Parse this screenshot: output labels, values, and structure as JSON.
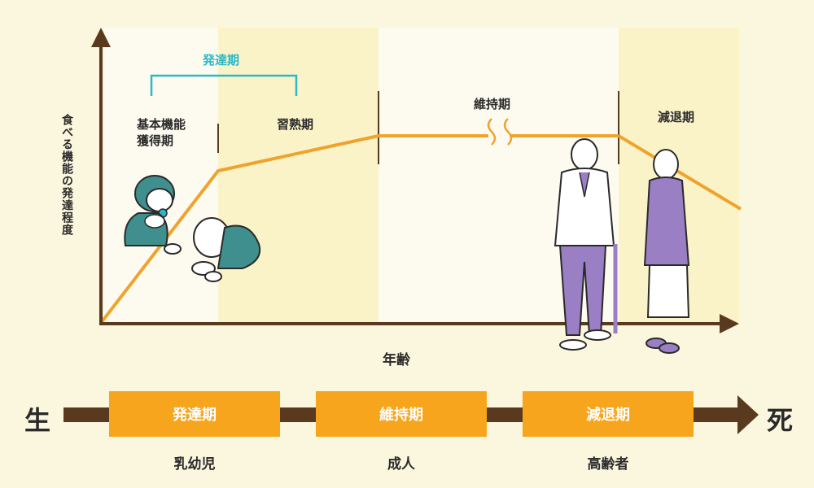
{
  "y_axis_label": "食べる機能の発達程度",
  "x_axis_label": "年齢",
  "development_bracket_label": "発達期",
  "phases": {
    "basic": [
      "基本機能",
      "獲得期"
    ],
    "mastery": "習熟期",
    "maintenance": "維持期",
    "decline": "減退期"
  },
  "timeline": {
    "start": "生",
    "end": "死",
    "stages": [
      {
        "label": "発達期",
        "group": "乳幼児"
      },
      {
        "label": "維持期",
        "group": "成人"
      },
      {
        "label": "減退期",
        "group": "高齢者"
      }
    ]
  },
  "colors": {
    "curve": "#f0a32c",
    "axis": "#5a3a1e",
    "timeline_box": "#f7a51d",
    "teal": "#2bb8c8",
    "baby_teal": "#3f8f8f",
    "elder_purple": "#9a7fc4"
  }
}
